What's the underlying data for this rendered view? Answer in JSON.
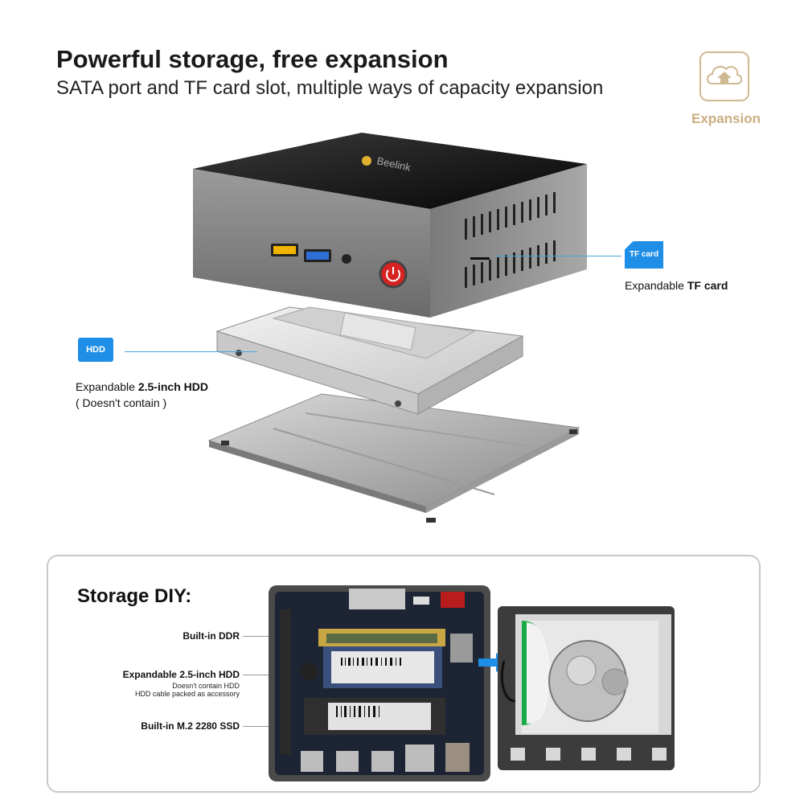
{
  "header": {
    "title": "Powerful storage, free expansion",
    "subtitle": "SATA port and TF card slot, multiple ways of capacity expansion"
  },
  "badge": {
    "icon": "cloud-upload-icon",
    "label": "Expansion",
    "color": "#c9ad7e"
  },
  "device": {
    "brand": "Beelink"
  },
  "tf_callout": {
    "icon_text": "TF card",
    "prefix": "Expandable ",
    "emphasis": "TF card"
  },
  "hdd_callout": {
    "icon_text": "HDD",
    "prefix": "Expandable ",
    "emphasis": "2.5-inch HDD",
    "note": "( Doesn't contain )"
  },
  "diy": {
    "title": "Storage DIY:",
    "labels": {
      "ddr": "Built-in DDR",
      "hdd": "Expandable 2.5-inch HDD",
      "hdd_note1": "Doesn't contain HDD",
      "hdd_note2": "HDD cable packed as accessory",
      "ssd": "Built-in M.2 2280 SSD"
    }
  },
  "colors": {
    "accent_blue": "#1f8ee6",
    "line_blue": "#49a3dd",
    "gold": "#c9ad7e"
  }
}
